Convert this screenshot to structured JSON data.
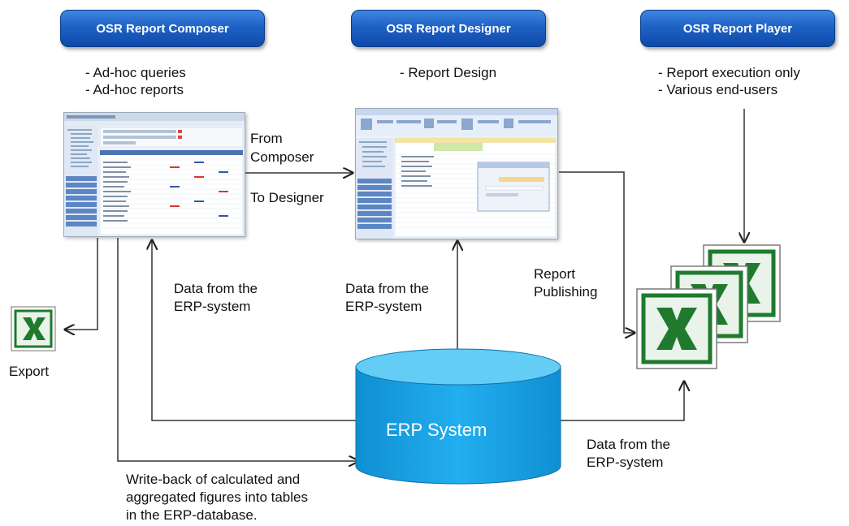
{
  "composer": {
    "title": "OSR Report Composer",
    "bullets": [
      "- Ad-hoc queries",
      "- Ad-hoc reports"
    ]
  },
  "designer": {
    "title": "OSR Report Designer",
    "bullets": [
      "- Report Design"
    ]
  },
  "player": {
    "title": "OSR Report Player",
    "bullets": [
      "- Report execution only",
      "- Various end-users"
    ]
  },
  "flows": {
    "from_composer": [
      "From",
      "Composer"
    ],
    "to_designer": "To Designer",
    "data_from_erp_left": [
      "Data from the",
      "ERP-system"
    ],
    "data_from_erp_mid": [
      "Data from the",
      "ERP-system"
    ],
    "data_from_erp_right": [
      "Data from the",
      "ERP-system"
    ],
    "report_publishing": [
      "Report",
      "Publishing"
    ],
    "export": "Export",
    "write_back": [
      "Write-back of calculated and",
      "aggregated figures into tables",
      "in the ERP-database."
    ]
  },
  "erp": {
    "label": "ERP System"
  },
  "colors": {
    "accent": "#1e62c6",
    "cylinder_top": "#5cc8f2",
    "cylinder_body": "#18a6e4",
    "excel_green": "#1f7a2e"
  },
  "icons": [
    "excel-icon",
    "excel-stack-icon",
    "database-cylinder-icon"
  ]
}
